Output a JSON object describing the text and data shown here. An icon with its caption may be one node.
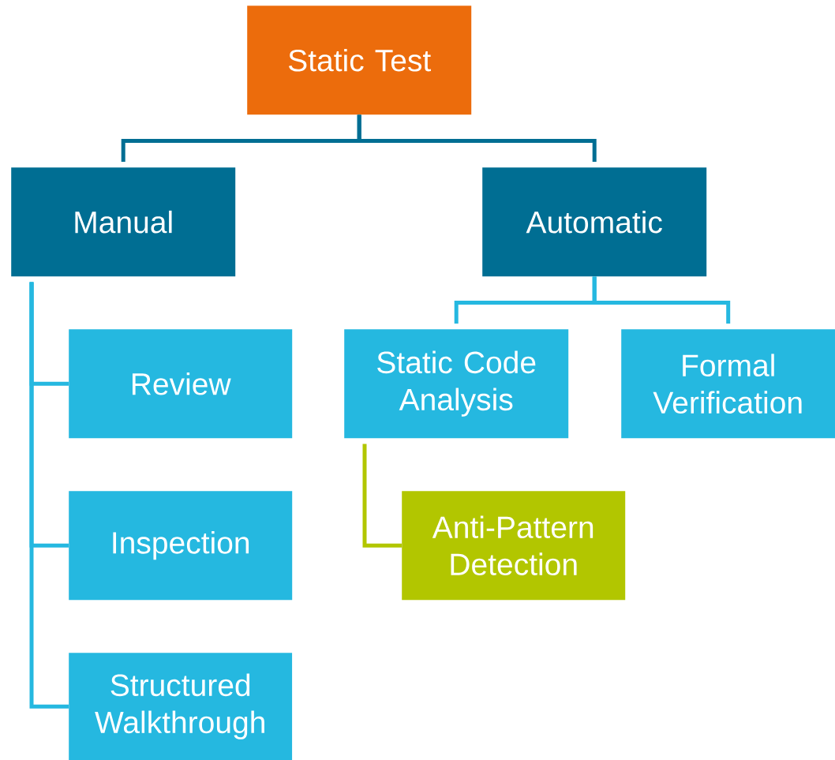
{
  "diagram": {
    "nodes": [
      {
        "text": [
          "Static Test"
        ]
      },
      {
        "text": [
          "Manual"
        ]
      },
      {
        "text": [
          "Automatic"
        ]
      },
      {
        "text": [
          "Review"
        ]
      },
      {
        "text": [
          "Inspection"
        ]
      },
      {
        "text": [
          "Structured Walkthrough"
        ]
      },
      {
        "text": [
          "Static Code Analysis"
        ]
      },
      {
        "text": [
          "Formal Verification"
        ]
      },
      {
        "text": [
          "Anti-Pattern Detection"
        ]
      }
    ],
    "edges": [
      {
        "from": 0,
        "to": 1,
        "arrow": "none",
        "color": "#006e93"
      },
      {
        "from": 0,
        "to": 2,
        "arrow": "none",
        "color": "#006e93"
      },
      {
        "from": 1,
        "to": 3,
        "arrow": "none",
        "color": "#25b8e0"
      },
      {
        "from": 1,
        "to": 4,
        "arrow": "none",
        "color": "#25b8e0"
      },
      {
        "from": 1,
        "to": 5,
        "arrow": "none",
        "color": "#25b8e0"
      },
      {
        "from": 2,
        "to": 6,
        "arrow": "none",
        "color": "#25b8e0"
      },
      {
        "from": 2,
        "to": 7,
        "arrow": "none",
        "color": "#25b8e0"
      },
      {
        "from": 6,
        "to": 8,
        "arrow": "none",
        "color": "#b2c600"
      }
    ]
  }
}
